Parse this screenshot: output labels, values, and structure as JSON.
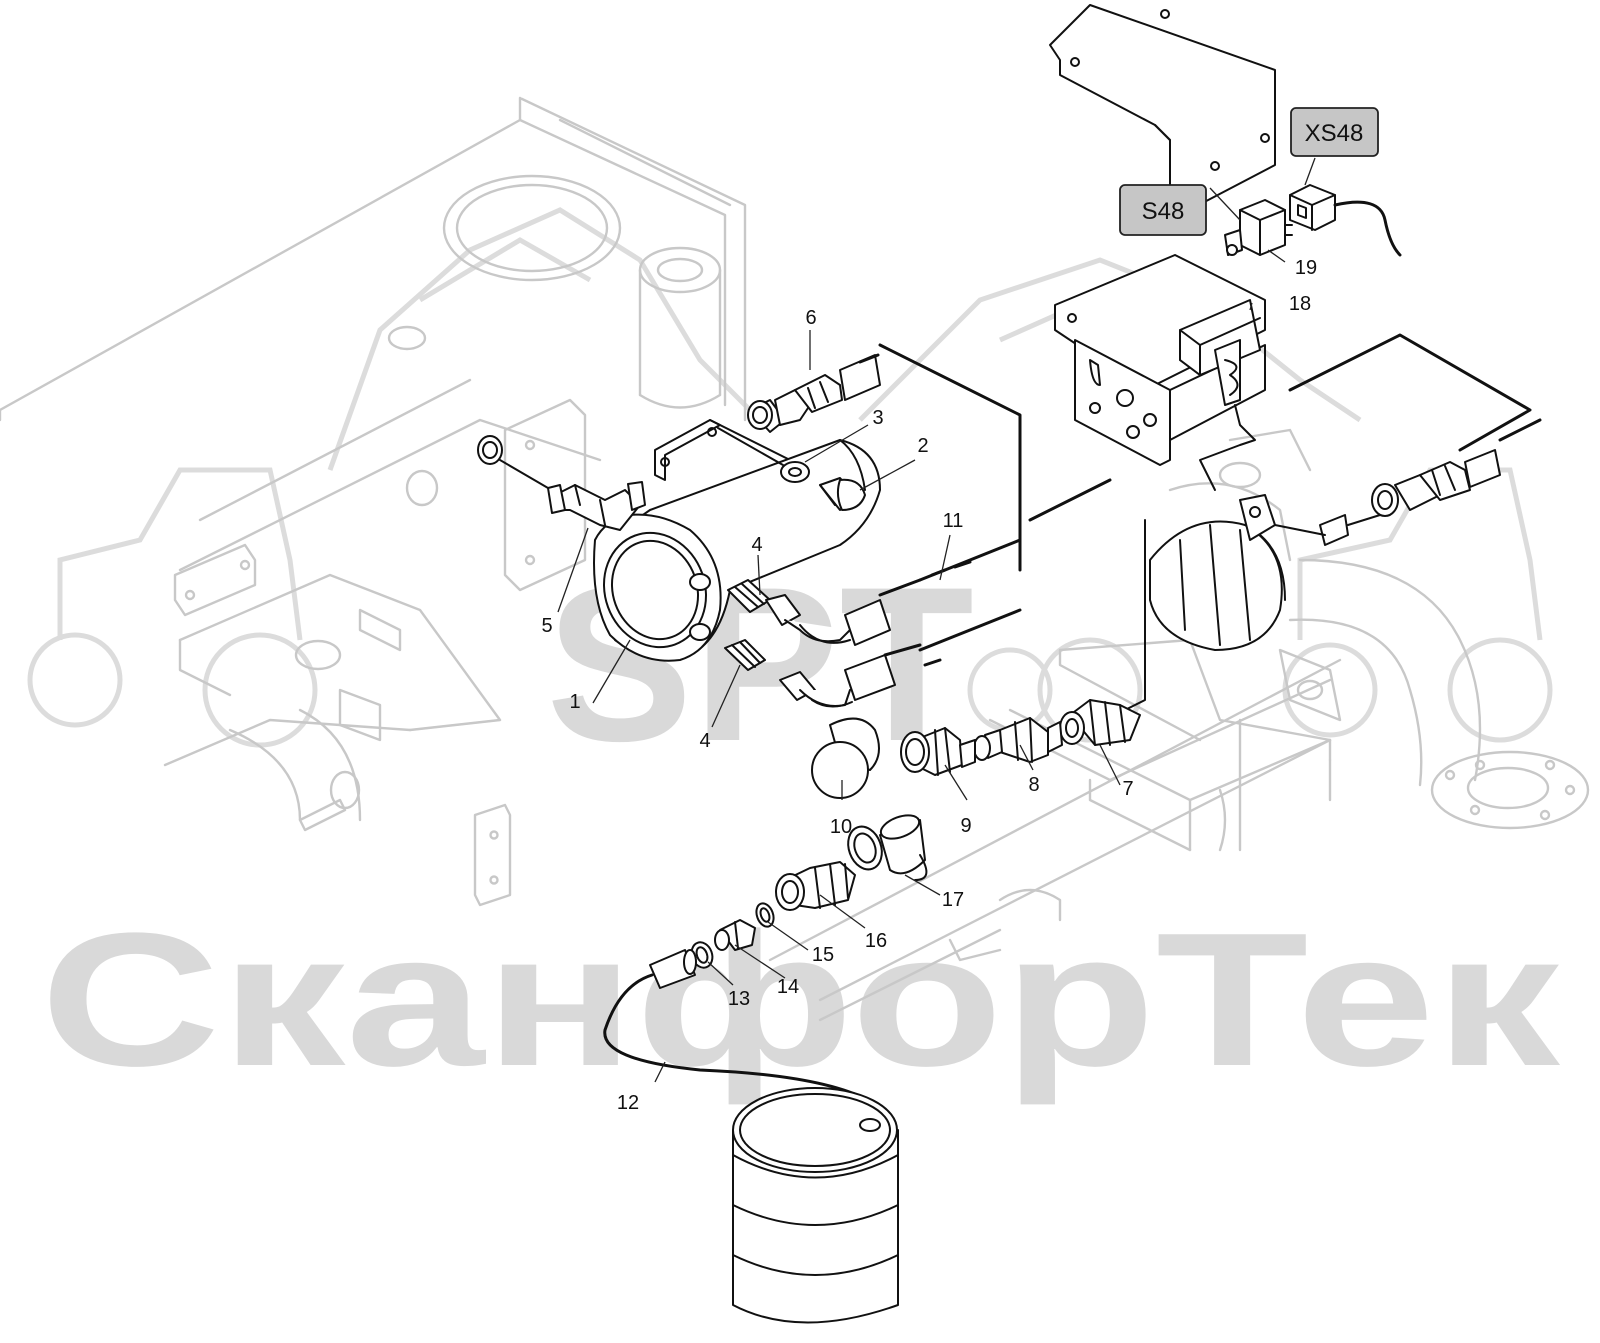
{
  "watermark": {
    "logo_text": "SPT",
    "brand_text": "СканфорТек"
  },
  "connector_tags": [
    {
      "id": "xs48",
      "text": "XS48"
    },
    {
      "id": "s48",
      "text": "S48"
    }
  ],
  "part_callouts": [
    {
      "id": "c1",
      "text": "1"
    },
    {
      "id": "c2",
      "text": "2"
    },
    {
      "id": "c3",
      "text": "3"
    },
    {
      "id": "c4a",
      "text": "4"
    },
    {
      "id": "c4b",
      "text": "4"
    },
    {
      "id": "c5",
      "text": "5"
    },
    {
      "id": "c6",
      "text": "6"
    },
    {
      "id": "c7",
      "text": "7"
    },
    {
      "id": "c8",
      "text": "8"
    },
    {
      "id": "c9",
      "text": "9"
    },
    {
      "id": "c10",
      "text": "10"
    },
    {
      "id": "c11",
      "text": "11"
    },
    {
      "id": "c12",
      "text": "12"
    },
    {
      "id": "c13",
      "text": "13"
    },
    {
      "id": "c14",
      "text": "14"
    },
    {
      "id": "c15",
      "text": "15"
    },
    {
      "id": "c16",
      "text": "16"
    },
    {
      "id": "c17",
      "text": "17"
    },
    {
      "id": "c18",
      "text": "18"
    },
    {
      "id": "c19",
      "text": "19"
    }
  ]
}
